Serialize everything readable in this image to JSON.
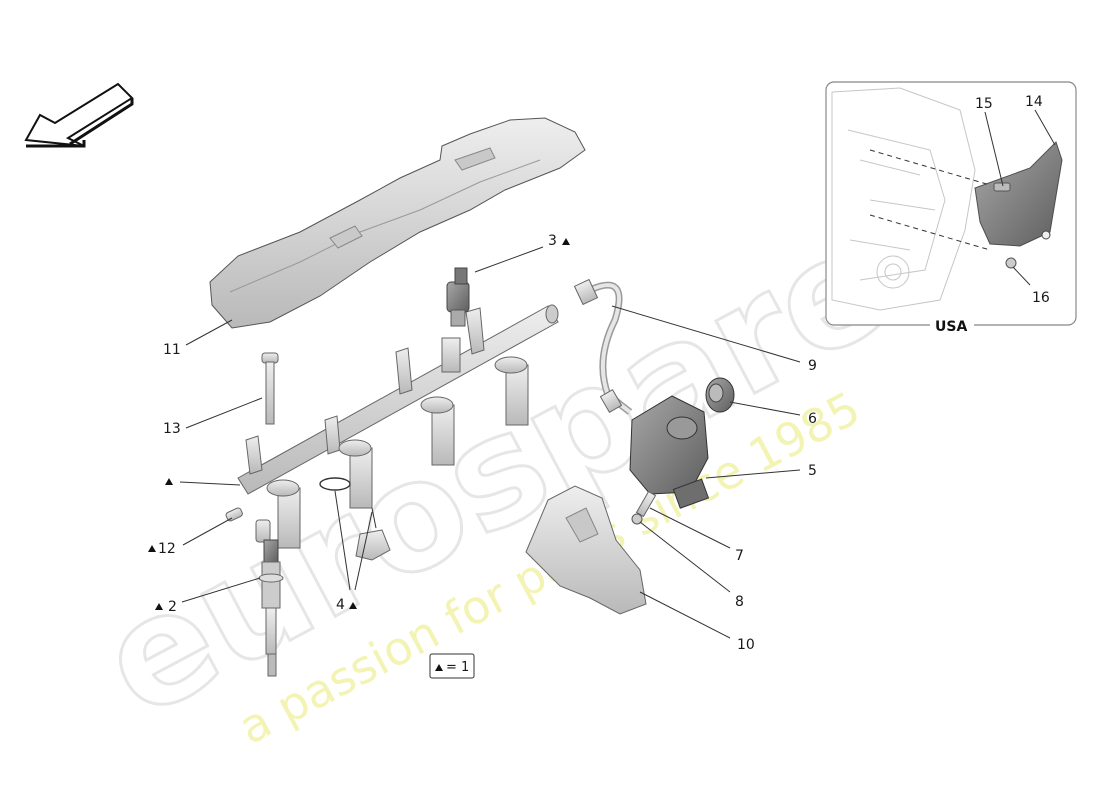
{
  "watermark": {
    "brand": "eurospares",
    "tagline": "a passion for parts since 1985"
  },
  "inset": {
    "label": "USA",
    "callouts": [
      "15",
      "14",
      "16"
    ]
  },
  "callouts": {
    "c1": "3",
    "c2": "11",
    "c3": "9",
    "c4": "13",
    "c5": "6",
    "c6": "5",
    "c7": "12",
    "c8": "7",
    "c9": "2",
    "c10": "8",
    "c11": "4",
    "c12": "10"
  },
  "legend": {
    "text": "= 1"
  },
  "colors": {
    "part_fill": "#d9d9d9",
    "part_dark": "#8c8c8c",
    "leader": "#333333",
    "watermark_grey": "#e6e6e6",
    "watermark_yellow": "#f1f2a8"
  }
}
